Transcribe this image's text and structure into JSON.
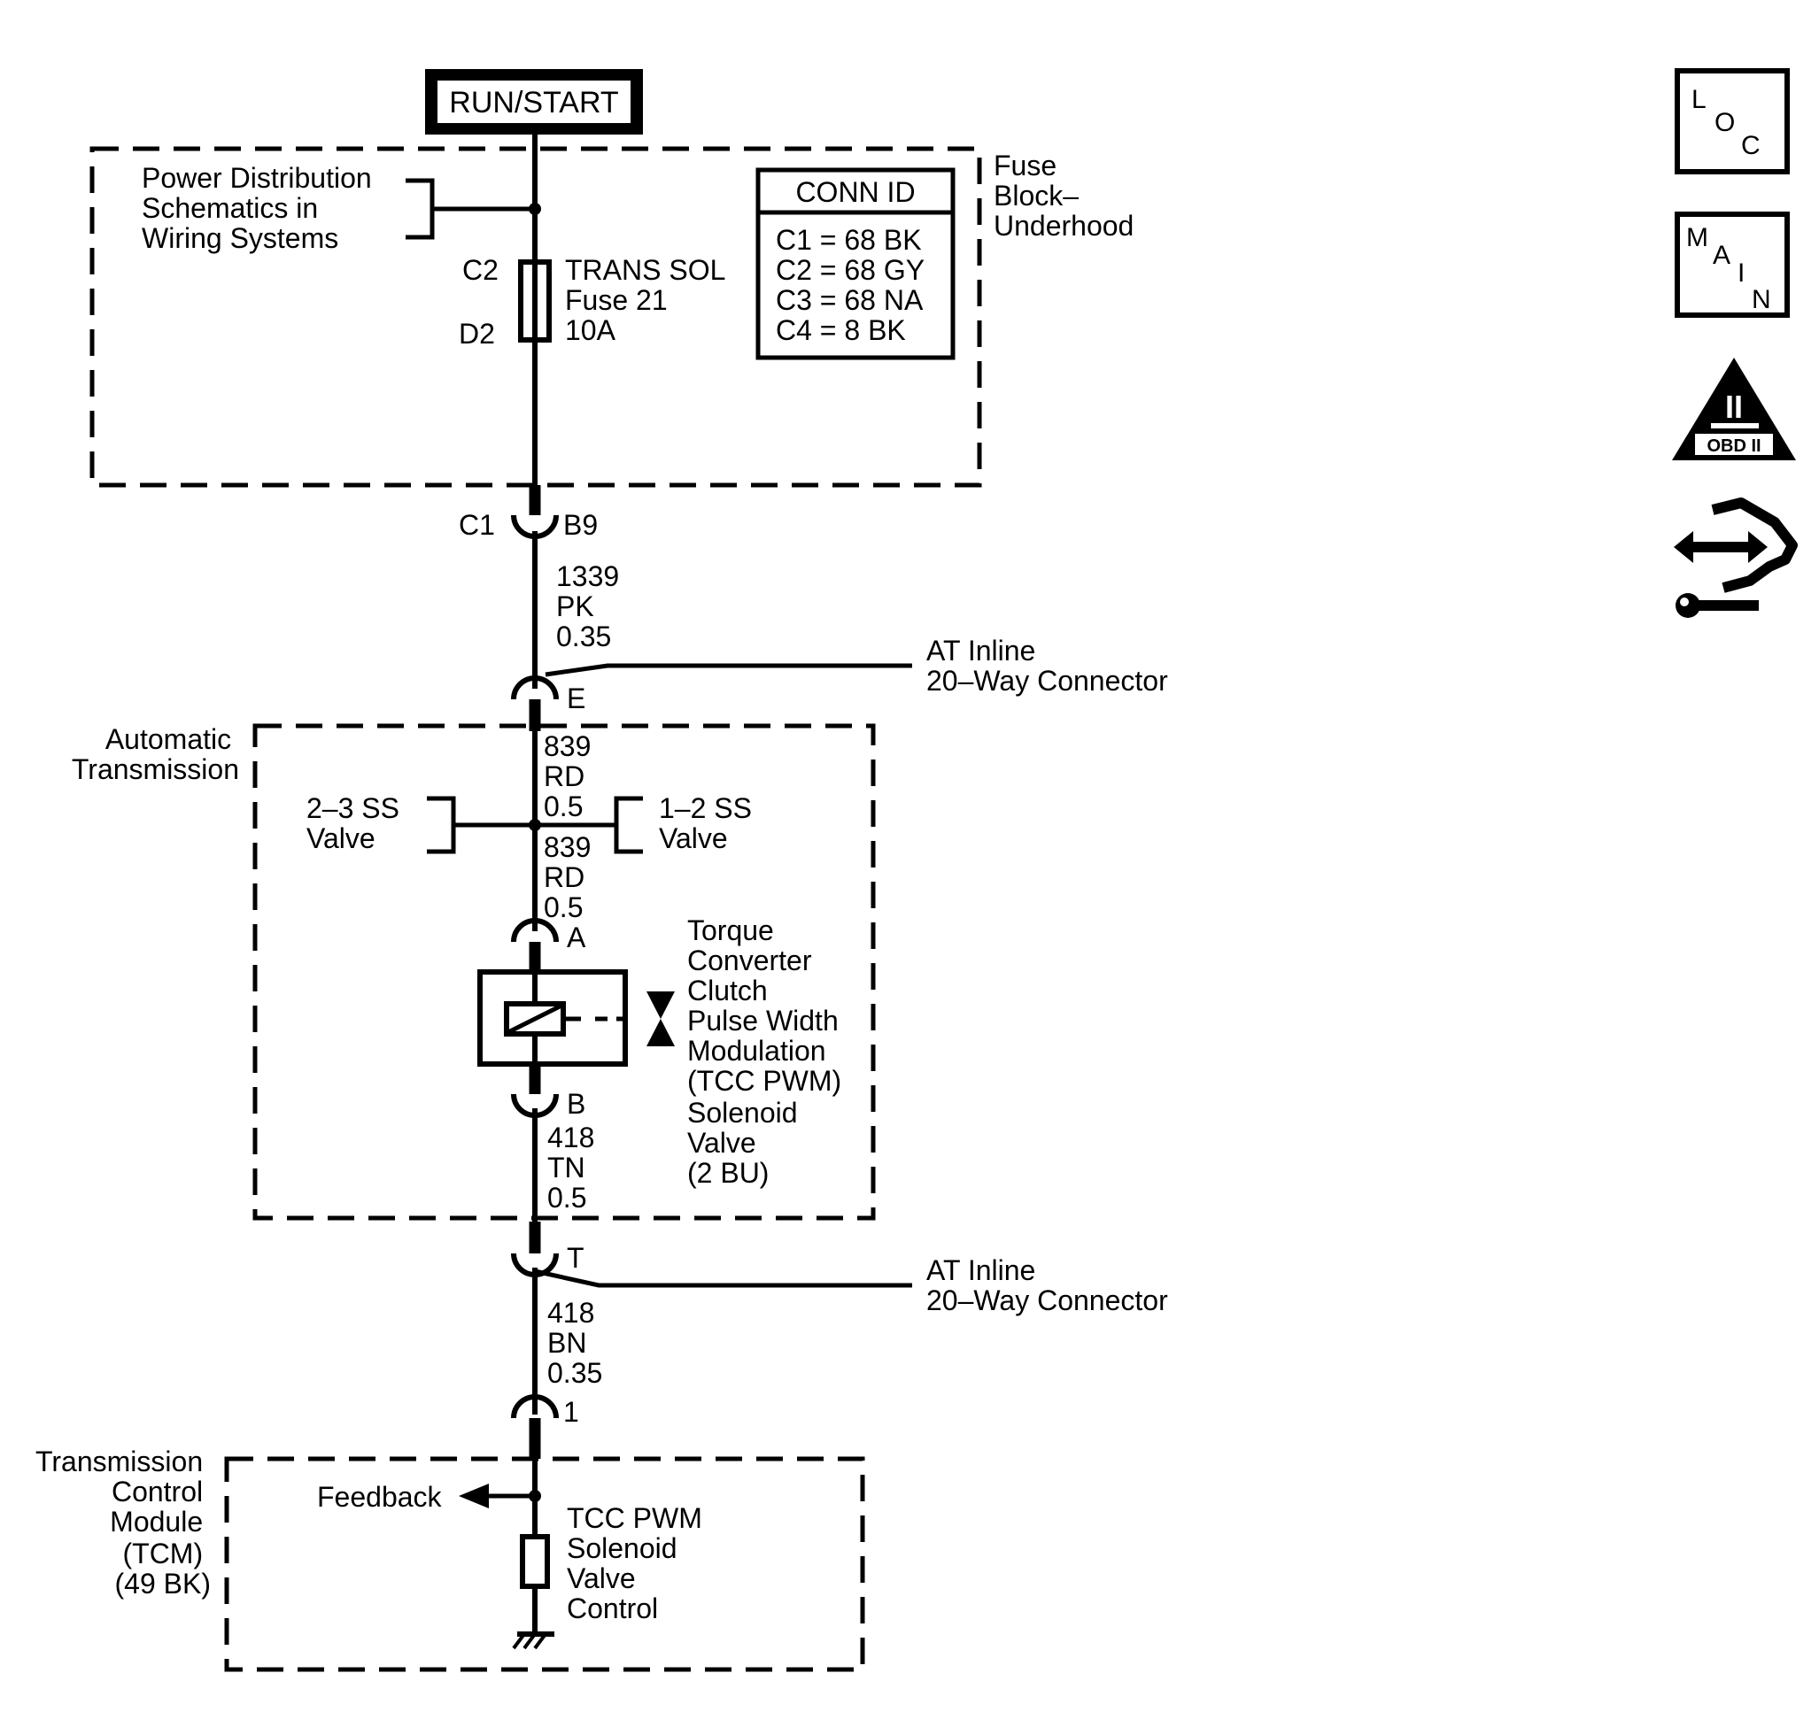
{
  "power_source": {
    "label": "RUN/START"
  },
  "fuse_block": {
    "label_lines": [
      "Fuse",
      "Block–",
      "Underhood"
    ],
    "ref_lines": [
      "Power Distribution",
      "Schematics in",
      "Wiring Systems"
    ],
    "fuse_top_pin": "C2",
    "fuse_bottom_pin": "D2",
    "fuse_lines": [
      "TRANS SOL",
      "Fuse 21",
      "10A"
    ],
    "conn_id": {
      "title": "CONN ID",
      "rows": [
        "C1 = 68 BK",
        "C2 = 68 GY",
        "C3 = 68 NA",
        "C4 = 8 BK"
      ]
    }
  },
  "connector_c1": {
    "connector": "C1",
    "pin": "B9"
  },
  "wire_1339": [
    "1339",
    "PK",
    "0.35"
  ],
  "inline_top": {
    "pin": "E",
    "label_lines": [
      "AT Inline",
      "20–Way Connector"
    ]
  },
  "transmission": {
    "label_lines": [
      "Automatic",
      "Transmission"
    ],
    "wire_upper": [
      "839",
      "RD",
      "0.5"
    ],
    "wire_lower": [
      "839",
      "RD",
      "0.5"
    ],
    "left_ref": [
      "2–3 SS",
      "Valve"
    ],
    "right_ref": [
      "1–2 SS",
      "Valve"
    ],
    "solenoid_pin_top": "A",
    "solenoid_pin_bottom": "B",
    "solenoid_lines": [
      "Torque",
      "Converter",
      "Clutch",
      "Pulse Width",
      "Modulation",
      "(TCC PWM)",
      "Solenoid",
      "Valve",
      "(2 BU)"
    ],
    "wire_418": [
      "418",
      "TN",
      "0.5"
    ]
  },
  "inline_bottom": {
    "pin": "T",
    "label_lines": [
      "AT Inline",
      "20–Way Connector"
    ]
  },
  "wire_418_bn": [
    "418",
    "BN",
    "0.35"
  ],
  "tcm_pin": "1",
  "tcm": {
    "label_lines": [
      "Transmission",
      "Control",
      "Module",
      "(TCM)",
      "(49 BK)"
    ],
    "feedback": "Feedback",
    "driver_lines": [
      "TCC PWM",
      "Solenoid",
      "Valve",
      "Control"
    ]
  },
  "side_icons": [
    {
      "name": "loc-icon",
      "letters": [
        "L",
        "O",
        "C"
      ]
    },
    {
      "name": "main-icon",
      "letters": [
        "M",
        "A",
        "I",
        "N"
      ]
    },
    {
      "name": "obd-ii-icon",
      "numeral": "II",
      "caption": "OBD II"
    },
    {
      "name": "diagnostic-hand-icon"
    }
  ]
}
